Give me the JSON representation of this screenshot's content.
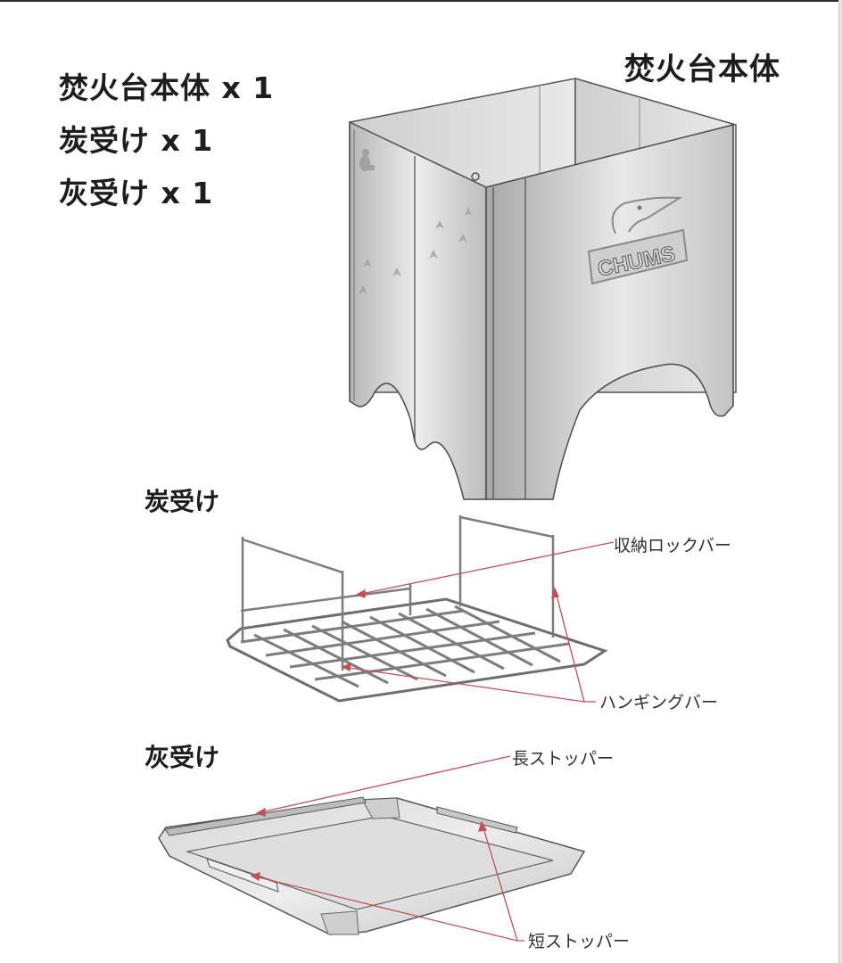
{
  "contents": {
    "items": [
      {
        "label": "焚火台本体 x 1"
      },
      {
        "label": "炭受け x 1"
      },
      {
        "label": "灰受け x 1"
      }
    ]
  },
  "sections": {
    "body": {
      "title": "焚火台本体",
      "logo_text": "CHUMS"
    },
    "charcoal_tray": {
      "title": "炭受け",
      "callouts": {
        "lock_bar": "収納ロックバー",
        "hanging_bar": "ハンギングバー"
      }
    },
    "ash_tray": {
      "title": "灰受け",
      "callouts": {
        "long_stopper": "長ストッパー",
        "short_stopper": "短ストッパー"
      }
    }
  },
  "colors": {
    "text": "#1d1d1d",
    "callout_line": "#c0505a",
    "metal_light": "#e6e6e6",
    "metal_dark": "#a9a9a9",
    "outline": "#4a4a4a"
  }
}
